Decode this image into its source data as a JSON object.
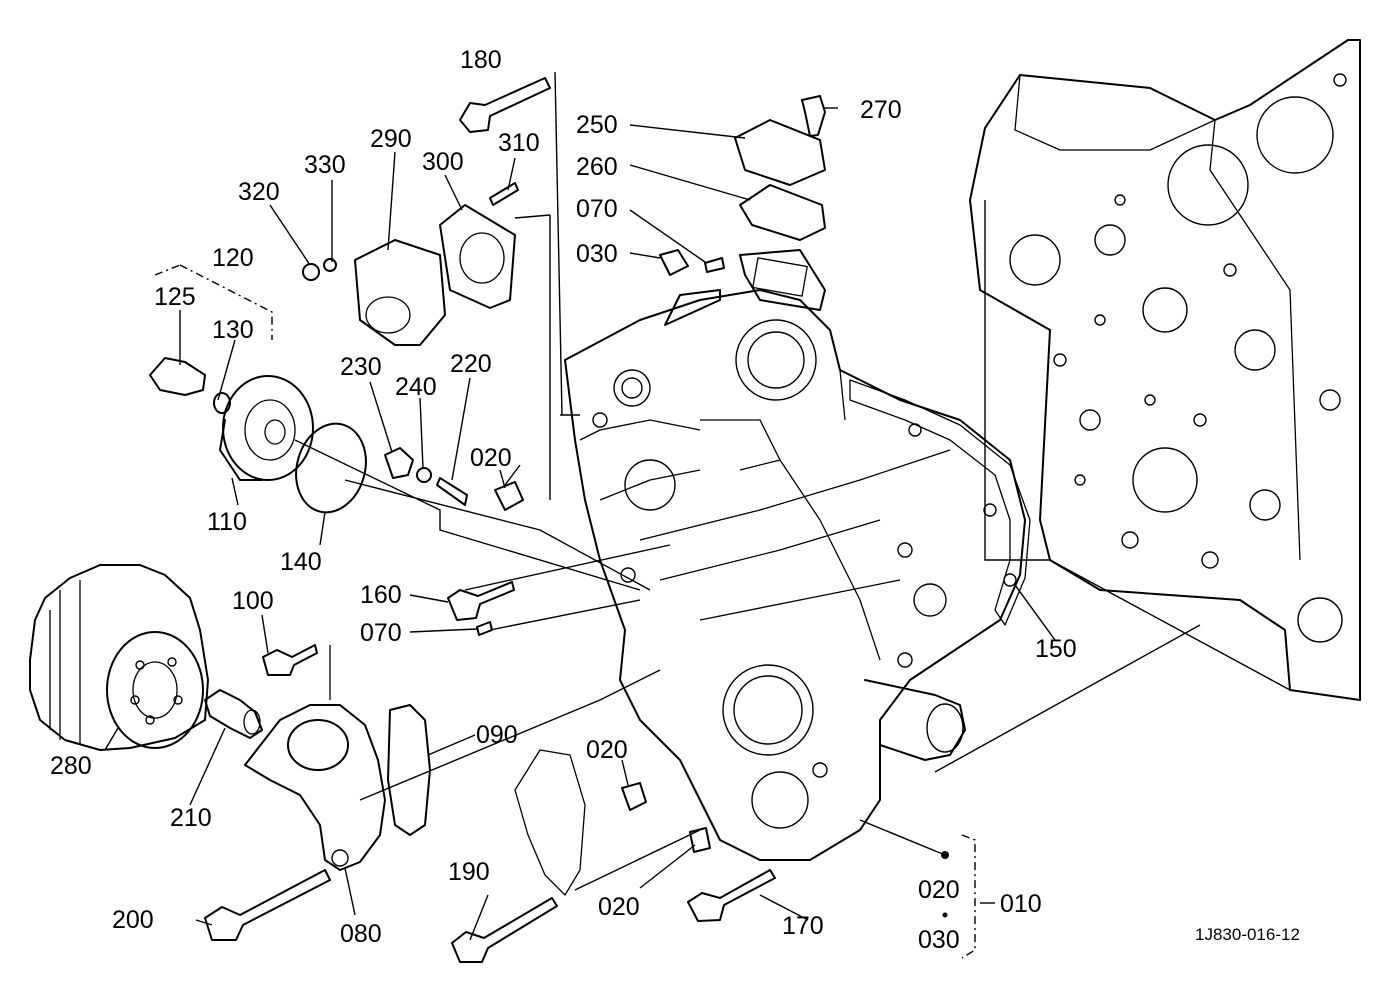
{
  "diagram_code": "1J830-016-12",
  "labels": {
    "p010": "010",
    "p020a": "020",
    "p020b": "020",
    "p020c": "020",
    "p020d": "020",
    "p030a": "030",
    "p030b": "030",
    "p070a": "070",
    "p070b": "070",
    "p080": "080",
    "p090": "090",
    "p100": "100",
    "p110": "110",
    "p120": "120",
    "p125": "125",
    "p130": "130",
    "p140": "140",
    "p150": "150",
    "p160": "160",
    "p170": "170",
    "p180": "180",
    "p190": "190",
    "p200": "200",
    "p210": "210",
    "p220": "220",
    "p230": "230",
    "p240": "240",
    "p250": "250",
    "p260": "260",
    "p270": "270",
    "p280": "280",
    "p290": "290",
    "p300": "300",
    "p310": "310",
    "p320": "320",
    "p330": "330"
  }
}
